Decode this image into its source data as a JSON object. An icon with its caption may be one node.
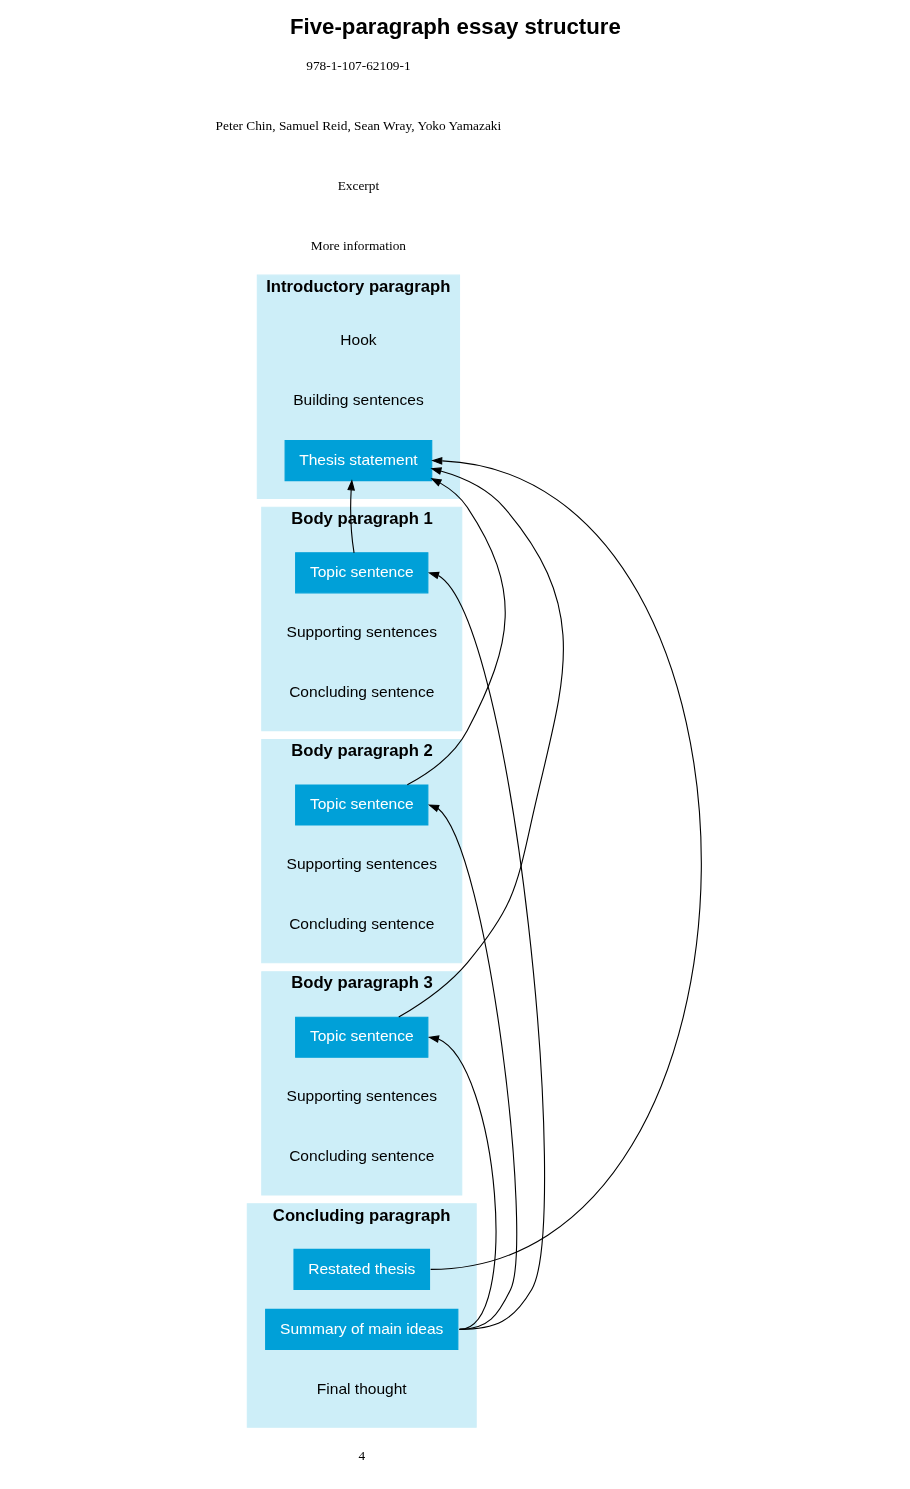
{
  "diagram": {
    "title": "Five-paragraph essay structure",
    "nodes": [
      {
        "text": [
          "Introductory paragraph",
          "Hook",
          "Building sentences"
        ]
      },
      {
        "text": [
          "Thesis statement"
        ],
        "in": 0
      },
      {
        "text": [
          "Body paragraph 1",
          "Supporting sentences",
          "Concluding sentence"
        ]
      },
      {
        "text": [
          "Topic sentence"
        ],
        "in": 2
      },
      {
        "text": [
          "Body paragraph 2",
          "Supporting sentences",
          "Concluding sentence"
        ]
      },
      {
        "text": [
          "Topic sentence"
        ],
        "in": 4
      },
      {
        "text": [
          "Body paragraph 3",
          "Supporting sentences",
          "Concluding sentence"
        ]
      },
      {
        "text": [
          "Topic sentence"
        ],
        "in": 6
      },
      {
        "text": [
          "Concluding paragraph",
          "Final thought"
        ]
      },
      {
        "text": [
          "Restated thesis"
        ],
        "in": 8
      },
      {
        "text": [
          "Summary of main ideas"
        ],
        "in": 8
      }
    ],
    "edges": [
      {
        "from": 3,
        "to": 1,
        "arrow": "to"
      },
      {
        "from": 5,
        "to": 1,
        "arrow": "to"
      },
      {
        "from": 7,
        "to": 1,
        "arrow": "to"
      },
      {
        "from": 9,
        "to": 1,
        "arrow": "to"
      },
      {
        "from": 10,
        "to": 3,
        "arrow": "to"
      },
      {
        "from": 10,
        "to": 5,
        "arrow": "to"
      },
      {
        "from": 10,
        "to": 7,
        "arrow": "to"
      }
    ],
    "labels": [
      "978-1-107-62109-1",
      "Peter Chin, Samuel Reid, Sean Wray, Yoko Yamazaki",
      "Excerpt",
      "More information",
      "4"
    ]
  }
}
